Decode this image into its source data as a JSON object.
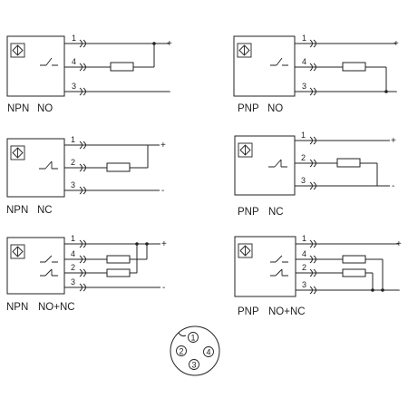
{
  "panels": [
    {
      "id": "npn-no",
      "caption_type": "NPN",
      "caption_mode": "NO",
      "pins": [
        "1",
        "4",
        "3"
      ],
      "signs": [
        "+",
        "-"
      ]
    },
    {
      "id": "pnp-no",
      "caption_type": "PNP",
      "caption_mode": "NO",
      "pins": [
        "1",
        "4",
        "3"
      ],
      "signs": [
        "+",
        "-"
      ]
    },
    {
      "id": "npn-nc",
      "caption_type": "NPN",
      "caption_mode": "NC",
      "pins": [
        "1",
        "2",
        "3"
      ],
      "signs": [
        "+",
        "-"
      ]
    },
    {
      "id": "pnp-nc",
      "caption_type": "PNP",
      "caption_mode": "NC",
      "pins": [
        "1",
        "2",
        "3"
      ],
      "signs": [
        "+",
        "-"
      ]
    },
    {
      "id": "npn-nonc",
      "caption_type": "NPN",
      "caption_mode": "NO+NC",
      "pins": [
        "1",
        "4",
        "2",
        "3"
      ],
      "signs": [
        "+",
        "-"
      ]
    },
    {
      "id": "pnp-nonc",
      "caption_type": "PNP",
      "caption_mode": "NO+NC",
      "pins": [
        "1",
        "4",
        "2",
        "3"
      ],
      "signs": [
        "+",
        "-"
      ]
    }
  ],
  "connector": {
    "pins": [
      "1",
      "2",
      "3",
      "4"
    ]
  }
}
